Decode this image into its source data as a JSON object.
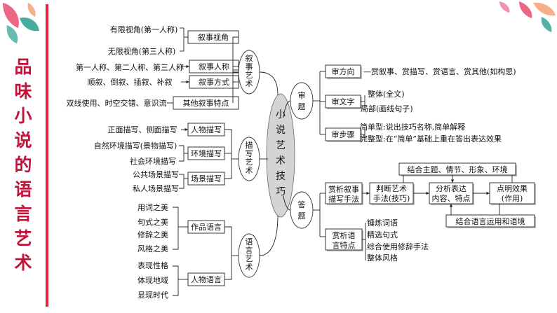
{
  "side_title": [
    "品",
    "味",
    "小",
    "说",
    "的",
    "语",
    "言",
    "艺",
    "术"
  ],
  "center": [
    "小",
    "说",
    "艺",
    "术",
    "技",
    "巧"
  ],
  "narrative": {
    "label": [
      "叙",
      "事",
      "艺",
      "术"
    ],
    "groups": [
      {
        "name": "叙事视角",
        "items": [
          "有限视角(第一人称)",
          "无限视角(第三人称)"
        ]
      },
      {
        "name": "叙事人称",
        "items": [
          "第一人称、第二人称、第三人称"
        ]
      },
      {
        "name": "叙事方式",
        "items": [
          "顺叙、倒叙、插叙、补叙"
        ]
      },
      {
        "name": "其他叙事特点",
        "items": [
          "双线使用、时空交错、意识流"
        ]
      }
    ]
  },
  "description": {
    "label": [
      "描",
      "写",
      "艺",
      "术"
    ],
    "groups": [
      {
        "name": "人物描写",
        "items": [
          "正面描写、侧面描写"
        ]
      },
      {
        "name": "环境描写",
        "items": [
          "自然环境描写(景物描写)",
          "社会环境描写"
        ]
      },
      {
        "name": "场景描写",
        "items": [
          "公共场景描写",
          "私人场景描写"
        ]
      }
    ]
  },
  "language": {
    "label": [
      "语",
      "言",
      "艺",
      "术"
    ],
    "groups": [
      {
        "name": "作品语言",
        "items": [
          "用词之美",
          "句式之美",
          "修辞之美",
          "风格之美"
        ]
      },
      {
        "name": "人物语言",
        "items": [
          "表现性格",
          "体现地域",
          "显现时代"
        ]
      }
    ]
  },
  "review": {
    "label": [
      "审",
      "题"
    ],
    "rows": [
      {
        "name": "审方向",
        "detail": [
          "赏叙事、赏描写、赏语言、赏其他(如构思)"
        ]
      },
      {
        "name": "审文字",
        "detail": [
          "整体(全文)",
          "局部(画线句子)"
        ]
      },
      {
        "name": "审步骤",
        "detail": [
          "简单型:说出技巧名称,简单解释",
          "完整型:在“简单”基础上重在答出表达效果"
        ]
      }
    ]
  },
  "answer": {
    "label": [
      "答",
      "题"
    ],
    "flow_top": "结合主题、情节、形象、环境",
    "flow_bottom": "结合语言运用和语境",
    "flow_start": [
      "赏析叙事",
      "描写手法"
    ],
    "flow_steps": [
      [
        "判断艺术",
        "手法(技巧)"
      ],
      [
        "分析表达",
        "内容、特点"
      ],
      [
        "点明效果",
        "(作用)"
      ]
    ],
    "lang_box": [
      "赏析语",
      "言特点"
    ],
    "lang_items": [
      "锤炼词语",
      "精选句式",
      "综合使用修辞手法",
      "整体风格"
    ]
  },
  "colors": {
    "title": "#c0143c",
    "divider": "#e2283c",
    "leaf_pink": "#e74c6f",
    "leaf_teal": "#2a9d8f"
  }
}
